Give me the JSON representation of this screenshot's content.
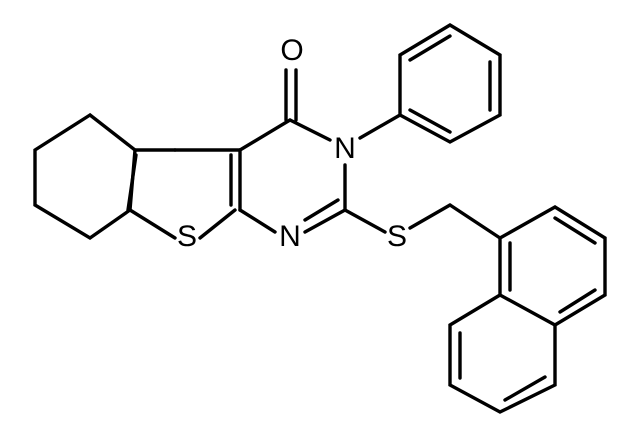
{
  "molecule": {
    "atoms": {
      "o_label": "O",
      "n3_label": "N",
      "n1_label": "N",
      "s_thio_label": "S",
      "s_ring_label": "S"
    },
    "colors": {
      "bond": "#000000",
      "background": "#ffffff"
    }
  }
}
